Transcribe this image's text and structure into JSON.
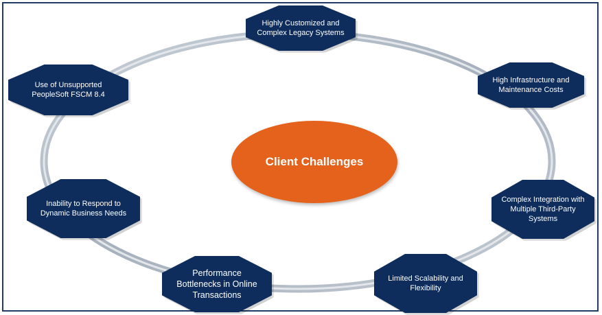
{
  "center": {
    "label": "Client Challenges"
  },
  "challenges": [
    {
      "id": "legacy",
      "text": "Highly Customized and Complex Legacy Systems"
    },
    {
      "id": "infra",
      "text": "High Infrastructure and Maintenance Costs"
    },
    {
      "id": "integration",
      "text": "Complex Integration with Multiple Third-Party Systems"
    },
    {
      "id": "scalability",
      "text": "Limited Scalability and Flexibility"
    },
    {
      "id": "performance",
      "text": "Performance Bottlenecks in Online Transactions"
    },
    {
      "id": "dynamic",
      "text": "Inability to Respond to Dynamic Business Needs"
    },
    {
      "id": "peoplesoft",
      "text": "Use of Unsupported PeopleSoft FSCM 8.4"
    }
  ],
  "colors": {
    "octagon": "#0e2d5c",
    "center": "#e5621c",
    "ring": "#aab4c0",
    "frame": "#1f3b66"
  }
}
